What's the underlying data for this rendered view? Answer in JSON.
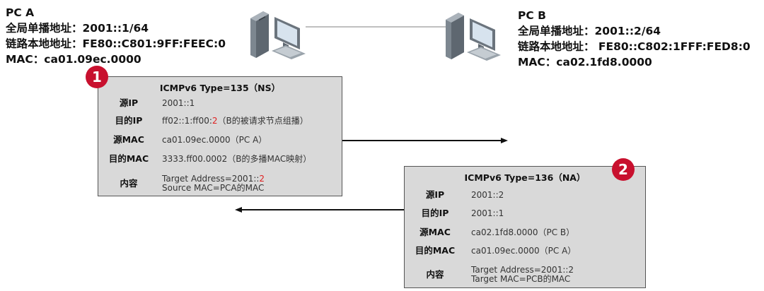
{
  "pc_a": {
    "name": "PC A",
    "global_unicast": "全局单播地址：2001::1/64",
    "link_local": "链路本地地址：FE80::C801:9FF:FEEC:0",
    "mac": "MAC：ca01.09ec.0000"
  },
  "pc_b": {
    "name": "PC B",
    "global_unicast": "全局单播地址：2001::2/64",
    "link_local": "链路本地地址： FE80::C802:1FFF:FED8:0",
    "mac": "MAC：ca02.1fd8.0000"
  },
  "ns_packet": {
    "badge": "1",
    "title": "ICMPv6   Type=135（NS）",
    "src_ip_label": "源IP",
    "src_ip": "2001::1",
    "dst_ip_label": "目的IP",
    "dst_ip_prefix": "ff02::1:ff00:",
    "dst_ip_highlight": "2",
    "dst_ip_note": "（B的被请求节点组播）",
    "src_mac_label": "源MAC",
    "src_mac": "ca01.09ec.0000（PC A）",
    "dst_mac_label": "目的MAC",
    "dst_mac": "3333.ff00.0002（B的多播MAC映射）",
    "content_label": "内容",
    "content_line1_prefix": "Target Address=2001::",
    "content_line1_highlight": "2",
    "content_line2": "Source MAC=PCA的MAC"
  },
  "na_packet": {
    "badge": "2",
    "title": "ICMPv6   Type=136（NA）",
    "src_ip_label": "源IP",
    "src_ip": "2001::2",
    "dst_ip_label": "目的IP",
    "dst_ip": "2001::1",
    "src_mac_label": "源MAC",
    "src_mac": "ca02.1fd8.0000（PC B）",
    "dst_mac_label": "目的MAC",
    "dst_mac": "ca01.09ec.0000（PC A）",
    "content_label": "内容",
    "content_line1": "Target Address=2001::2",
    "content_line2": "Target MAC=PCB的MAC"
  },
  "colors": {
    "badge": "#c8102e",
    "highlight": "#e02020",
    "box_fill": "#d9d9d9",
    "link": "#9a9a9a"
  }
}
